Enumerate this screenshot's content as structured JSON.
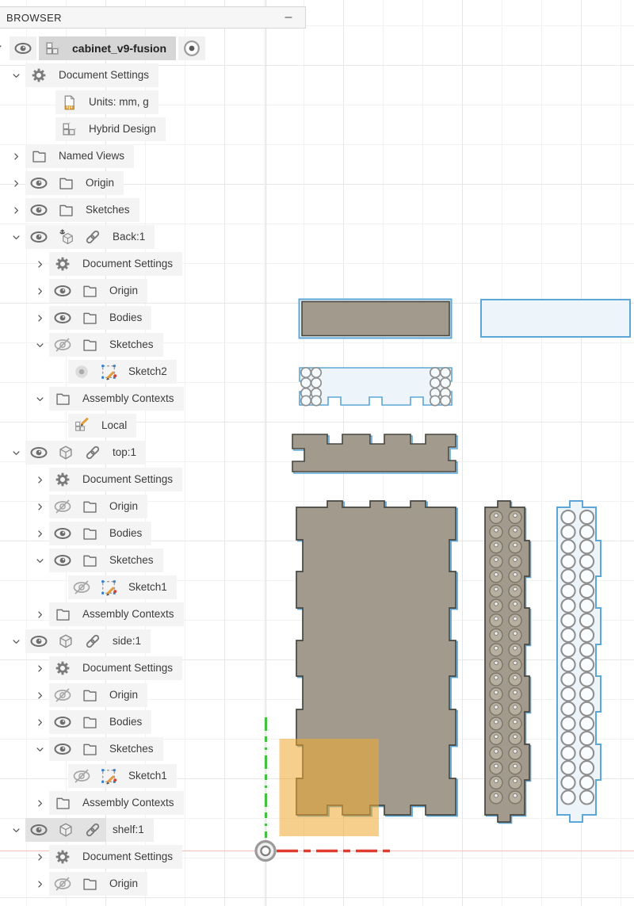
{
  "header": {
    "title": "BROWSER",
    "minimize": "–"
  },
  "tree": [
    {
      "label": "cabinet_v9-fusion",
      "level": "root",
      "eye": "on",
      "icon": "component",
      "target": true,
      "variant": "root"
    },
    {
      "label": "Document Settings",
      "level": "l1",
      "chevron": "down",
      "icon": "gear"
    },
    {
      "label": "Units: mm, g",
      "level": "l2b",
      "icon": "units"
    },
    {
      "label": "Hybrid Design",
      "level": "l2b",
      "icon": "component"
    },
    {
      "label": "Named Views",
      "level": "l1",
      "chevron": "right",
      "icon": "folder"
    },
    {
      "label": "Origin",
      "level": "l1",
      "chevron": "right",
      "eye": "on",
      "icon": "folder"
    },
    {
      "label": "Sketches",
      "level": "l1",
      "chevron": "right",
      "eye": "on",
      "icon": "folder"
    },
    {
      "label": "Back:1",
      "level": "l1",
      "chevron": "down",
      "eye": "on",
      "icon": "cube-grounded",
      "link": true
    },
    {
      "label": "Document Settings",
      "level": "l2",
      "chevron": "right",
      "icon": "gear"
    },
    {
      "label": "Origin",
      "level": "l2",
      "chevron": "right",
      "eye": "on",
      "icon": "folder"
    },
    {
      "label": "Bodies",
      "level": "l2",
      "chevron": "right",
      "eye": "on",
      "icon": "folder"
    },
    {
      "label": "Sketches",
      "level": "l2",
      "chevron": "down",
      "eye": "off",
      "icon": "folder"
    },
    {
      "label": "Sketch2",
      "level": "l3",
      "eye": "dim",
      "icon": "sketch"
    },
    {
      "label": "Assembly Contexts",
      "level": "l2",
      "chevron": "down",
      "icon": "folder"
    },
    {
      "label": "Local",
      "level": "l3",
      "icon": "component-edit"
    },
    {
      "label": "top:1",
      "level": "l1",
      "chevron": "down",
      "eye": "on",
      "icon": "cube",
      "link": true
    },
    {
      "label": "Document Settings",
      "level": "l2",
      "chevron": "right",
      "icon": "gear"
    },
    {
      "label": "Origin",
      "level": "l2",
      "chevron": "right",
      "eye": "off",
      "icon": "folder"
    },
    {
      "label": "Bodies",
      "level": "l2",
      "chevron": "right",
      "eye": "on",
      "icon": "folder"
    },
    {
      "label": "Sketches",
      "level": "l2",
      "chevron": "down",
      "eye": "on",
      "icon": "folder"
    },
    {
      "label": "Sketch1",
      "level": "l3",
      "eye": "off",
      "icon": "sketch"
    },
    {
      "label": "Assembly Contexts",
      "level": "l2",
      "chevron": "right",
      "icon": "folder"
    },
    {
      "label": "side:1",
      "level": "l1",
      "chevron": "down",
      "eye": "on",
      "icon": "cube",
      "link": true
    },
    {
      "label": "Document Settings",
      "level": "l2",
      "chevron": "right",
      "icon": "gear"
    },
    {
      "label": "Origin",
      "level": "l2",
      "chevron": "right",
      "eye": "off",
      "icon": "folder"
    },
    {
      "label": "Bodies",
      "level": "l2",
      "chevron": "right",
      "eye": "on",
      "icon": "folder"
    },
    {
      "label": "Sketches",
      "level": "l2",
      "chevron": "down",
      "eye": "on",
      "icon": "folder"
    },
    {
      "label": "Sketch1",
      "level": "l3",
      "eye": "off",
      "icon": "sketch"
    },
    {
      "label": "Assembly Contexts",
      "level": "l2",
      "chevron": "right",
      "icon": "folder"
    },
    {
      "label": "shelf:1",
      "level": "l1",
      "chevron": "down",
      "eye": "on",
      "icon": "cube",
      "link": true,
      "variant": "active-icons"
    },
    {
      "label": "Document Settings",
      "level": "l2",
      "chevron": "right",
      "icon": "gear"
    },
    {
      "label": "Origin",
      "level": "l2",
      "chevron": "right",
      "eye": "off",
      "icon": "folder"
    }
  ],
  "viewport": {
    "colors": {
      "wood_fill": "#a29b8d",
      "wood_edge": "#474740",
      "sketch_fill": "#edf5fb",
      "sketch_line": "#5ca7d6",
      "selection_orange": "#f0a830",
      "hole_edge": "#8f8f8f",
      "pin_fill": "#b7afa0",
      "pin_edge": "#7c7567",
      "axis_x_bright": "#e23a2e",
      "axis_y_bright": "#3fc43f",
      "axis_x_faint": "#f3c4c0",
      "axis_y_faint": "#cfe9cb",
      "origin_gray": "#9a9a9a",
      "grid_minor": "#f2f2f2",
      "grid_major": "#e7e7e7"
    },
    "parts": [
      {
        "name": "back-panel-body"
      },
      {
        "name": "back-top-sketch-rect"
      },
      {
        "name": "back-panel-sketch2-profile"
      },
      {
        "name": "top-plank-body"
      },
      {
        "name": "side-panel-body"
      },
      {
        "name": "pin-strip-body"
      },
      {
        "name": "pin-strip-sketch-profile"
      },
      {
        "name": "selection-highlight"
      },
      {
        "name": "y-axis"
      },
      {
        "name": "x-axis"
      },
      {
        "name": "origin-marker"
      }
    ]
  }
}
